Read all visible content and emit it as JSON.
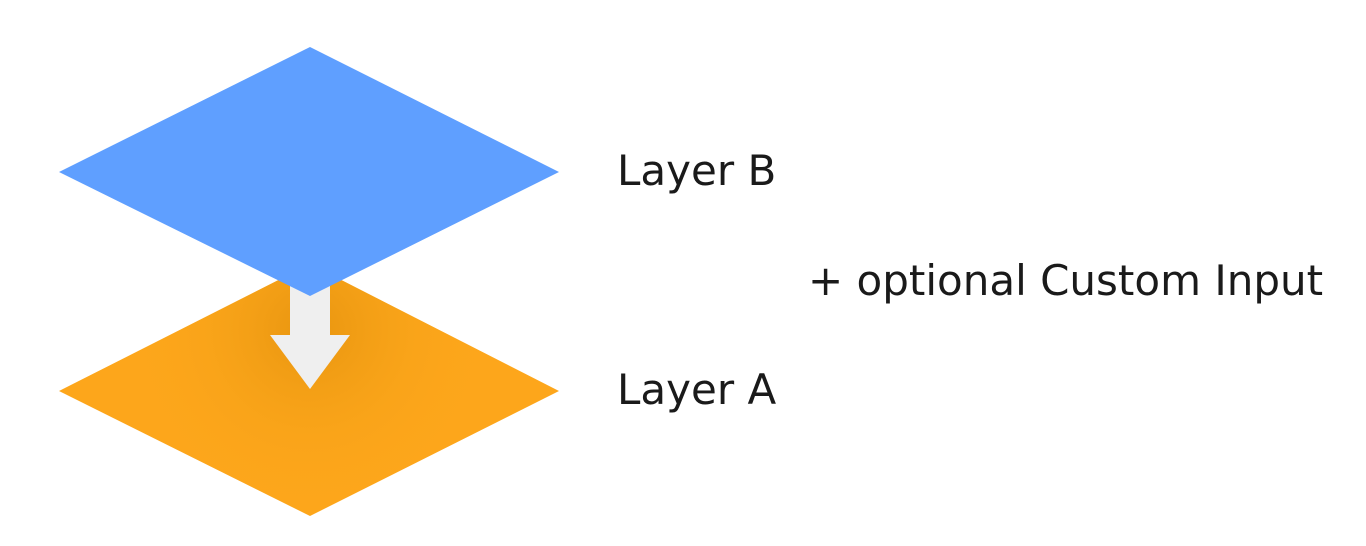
{
  "layers": [
    {
      "id": "layer-b",
      "label": "Layer B",
      "color": "#5f9fff"
    },
    {
      "id": "layer-a",
      "label": "Layer A",
      "color": "#fda61b"
    }
  ],
  "flow": {
    "direction": "down",
    "from": "Layer B",
    "to": "Layer A",
    "arrow_color": "#efefef"
  },
  "annotation": {
    "text": "+ optional Custom Input"
  },
  "colors": {
    "layer_b": "#5f9fff",
    "layer_a": "#fda61b",
    "layer_a_shadow": "#e0900a",
    "arrow": "#efefef",
    "text": "#1a1a1a",
    "background": "#ffffff"
  }
}
